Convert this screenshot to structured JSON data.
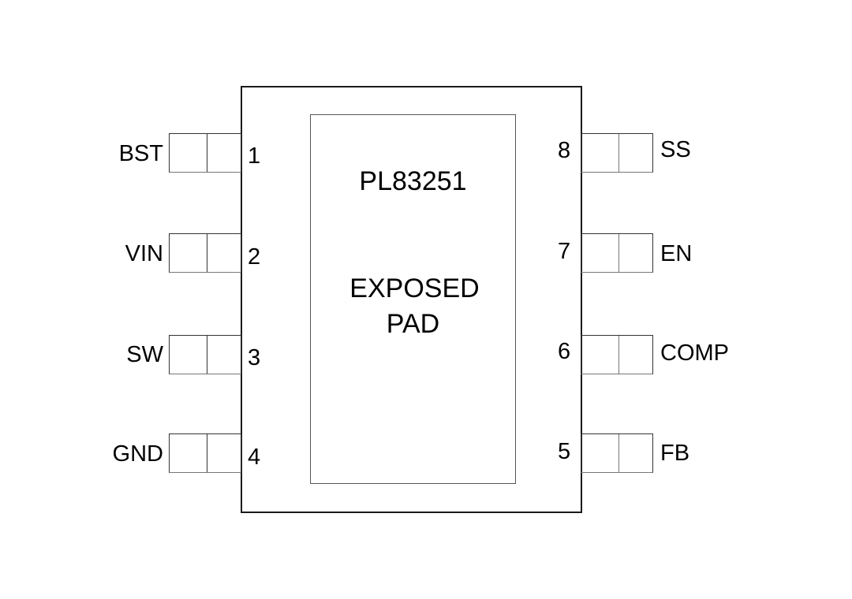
{
  "chip": {
    "part_number": "PL83251",
    "pad_label_line1": "EXPOSED",
    "pad_label_line2": "PAD"
  },
  "pins_left": [
    {
      "number": "1",
      "name": "BST"
    },
    {
      "number": "2",
      "name": "VIN"
    },
    {
      "number": "3",
      "name": "SW"
    },
    {
      "number": "4",
      "name": "GND"
    }
  ],
  "pins_right": [
    {
      "number": "8",
      "name": "SS"
    },
    {
      "number": "7",
      "name": "EN"
    },
    {
      "number": "6",
      "name": "COMP"
    },
    {
      "number": "5",
      "name": "FB"
    }
  ]
}
